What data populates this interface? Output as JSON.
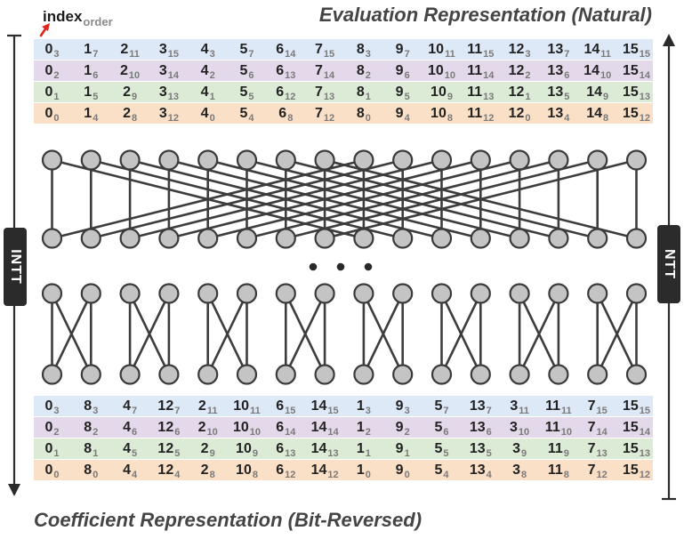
{
  "legend": {
    "main": "index",
    "sub": "order"
  },
  "titles": {
    "top": "Evaluation Representation (Natural)",
    "bottom": "Coefficient Representation (Bit-Reversed)"
  },
  "arrows": {
    "left_label": "INTT",
    "right_label": "NTT"
  },
  "colors": {
    "blue": "#dde9f6",
    "purple": "#e3d9ea",
    "green": "#dcebd6",
    "orange": "#fbe0c8",
    "node_fill": "#c4c4c4",
    "node_stroke": "#3a3a3a",
    "wire": "#3d3d3d",
    "legend_arrow": "#e0261c"
  },
  "ellipsis": "…",
  "top_rows": [
    {
      "color": "blue",
      "cells": [
        [
          "0",
          "3"
        ],
        [
          "1",
          "7"
        ],
        [
          "2",
          "11"
        ],
        [
          "3",
          "15"
        ],
        [
          "4",
          "3"
        ],
        [
          "5",
          "7"
        ],
        [
          "6",
          "14"
        ],
        [
          "7",
          "15"
        ],
        [
          "8",
          "3"
        ],
        [
          "9",
          "7"
        ],
        [
          "10",
          "11"
        ],
        [
          "11",
          "15"
        ],
        [
          "12",
          "3"
        ],
        [
          "13",
          "7"
        ],
        [
          "14",
          "11"
        ],
        [
          "15",
          "15"
        ]
      ]
    },
    {
      "color": "purple",
      "cells": [
        [
          "0",
          "2"
        ],
        [
          "1",
          "6"
        ],
        [
          "2",
          "10"
        ],
        [
          "3",
          "14"
        ],
        [
          "4",
          "2"
        ],
        [
          "5",
          "6"
        ],
        [
          "6",
          "13"
        ],
        [
          "7",
          "14"
        ],
        [
          "8",
          "2"
        ],
        [
          "9",
          "6"
        ],
        [
          "10",
          "10"
        ],
        [
          "11",
          "14"
        ],
        [
          "12",
          "2"
        ],
        [
          "13",
          "6"
        ],
        [
          "14",
          "10"
        ],
        [
          "15",
          "14"
        ]
      ]
    },
    {
      "color": "green",
      "cells": [
        [
          "0",
          "1"
        ],
        [
          "1",
          "5"
        ],
        [
          "2",
          "9"
        ],
        [
          "3",
          "13"
        ],
        [
          "4",
          "1"
        ],
        [
          "5",
          "5"
        ],
        [
          "6",
          "12"
        ],
        [
          "7",
          "13"
        ],
        [
          "8",
          "1"
        ],
        [
          "9",
          "5"
        ],
        [
          "10",
          "9"
        ],
        [
          "11",
          "13"
        ],
        [
          "12",
          "1"
        ],
        [
          "13",
          "5"
        ],
        [
          "14",
          "9"
        ],
        [
          "15",
          "13"
        ]
      ]
    },
    {
      "color": "orange",
      "cells": [
        [
          "0",
          "0"
        ],
        [
          "1",
          "4"
        ],
        [
          "2",
          "8"
        ],
        [
          "3",
          "12"
        ],
        [
          "4",
          "0"
        ],
        [
          "5",
          "4"
        ],
        [
          "6",
          "8"
        ],
        [
          "7",
          "12"
        ],
        [
          "8",
          "0"
        ],
        [
          "9",
          "4"
        ],
        [
          "10",
          "8"
        ],
        [
          "11",
          "12"
        ],
        [
          "12",
          "0"
        ],
        [
          "13",
          "4"
        ],
        [
          "14",
          "8"
        ],
        [
          "15",
          "12"
        ]
      ]
    }
  ],
  "bottom_rows": [
    {
      "color": "blue",
      "cells": [
        [
          "0",
          "3"
        ],
        [
          "8",
          "3"
        ],
        [
          "4",
          "7"
        ],
        [
          "12",
          "7"
        ],
        [
          "2",
          "11"
        ],
        [
          "10",
          "11"
        ],
        [
          "6",
          "15"
        ],
        [
          "14",
          "15"
        ],
        [
          "1",
          "3"
        ],
        [
          "9",
          "3"
        ],
        [
          "5",
          "7"
        ],
        [
          "13",
          "7"
        ],
        [
          "3",
          "11"
        ],
        [
          "11",
          "11"
        ],
        [
          "7",
          "15"
        ],
        [
          "15",
          "15"
        ]
      ]
    },
    {
      "color": "purple",
      "cells": [
        [
          "0",
          "2"
        ],
        [
          "8",
          "2"
        ],
        [
          "4",
          "6"
        ],
        [
          "12",
          "6"
        ],
        [
          "2",
          "10"
        ],
        [
          "10",
          "10"
        ],
        [
          "6",
          "14"
        ],
        [
          "14",
          "14"
        ],
        [
          "1",
          "2"
        ],
        [
          "9",
          "2"
        ],
        [
          "5",
          "6"
        ],
        [
          "13",
          "6"
        ],
        [
          "3",
          "10"
        ],
        [
          "11",
          "10"
        ],
        [
          "7",
          "14"
        ],
        [
          "15",
          "14"
        ]
      ]
    },
    {
      "color": "green",
      "cells": [
        [
          "0",
          "1"
        ],
        [
          "8",
          "1"
        ],
        [
          "4",
          "5"
        ],
        [
          "12",
          "5"
        ],
        [
          "2",
          "9"
        ],
        [
          "10",
          "9"
        ],
        [
          "6",
          "13"
        ],
        [
          "14",
          "13"
        ],
        [
          "1",
          "1"
        ],
        [
          "9",
          "1"
        ],
        [
          "5",
          "5"
        ],
        [
          "13",
          "5"
        ],
        [
          "3",
          "9"
        ],
        [
          "11",
          "9"
        ],
        [
          "7",
          "13"
        ],
        [
          "15",
          "13"
        ]
      ]
    },
    {
      "color": "orange",
      "cells": [
        [
          "0",
          "0"
        ],
        [
          "8",
          "0"
        ],
        [
          "4",
          "4"
        ],
        [
          "12",
          "4"
        ],
        [
          "2",
          "8"
        ],
        [
          "10",
          "8"
        ],
        [
          "6",
          "12"
        ],
        [
          "14",
          "12"
        ],
        [
          "1",
          "0"
        ],
        [
          "9",
          "0"
        ],
        [
          "5",
          "4"
        ],
        [
          "13",
          "4"
        ],
        [
          "3",
          "8"
        ],
        [
          "11",
          "8"
        ],
        [
          "7",
          "12"
        ],
        [
          "15",
          "12"
        ]
      ]
    }
  ]
}
